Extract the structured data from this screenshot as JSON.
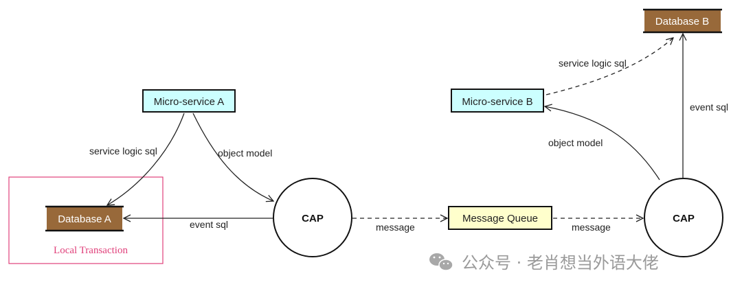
{
  "nodes": {
    "micro_service_a": "Micro-service A",
    "micro_service_b": "Micro-service B",
    "database_a": "Database A",
    "database_b": "Database B",
    "message_queue": "Message Queue",
    "cap_left": "CAP",
    "cap_right": "CAP"
  },
  "edges": {
    "service_logic_sql_a": "service logic sql",
    "object_model_a": "object model",
    "event_sql_a": "event sql",
    "message_1": "message",
    "message_2": "message",
    "service_logic_sql_b": "service logic sql",
    "object_model_b": "object model",
    "event_sql_b": "event sql"
  },
  "local_transaction_label": "Local Transaction",
  "watermark": "公众号 · 老肖想当外语大佬",
  "colors": {
    "service_fill": "#ccffff",
    "database_fill": "#98693a",
    "queue_fill": "#ffffcc",
    "local_transaction_border": "#e0407a"
  }
}
